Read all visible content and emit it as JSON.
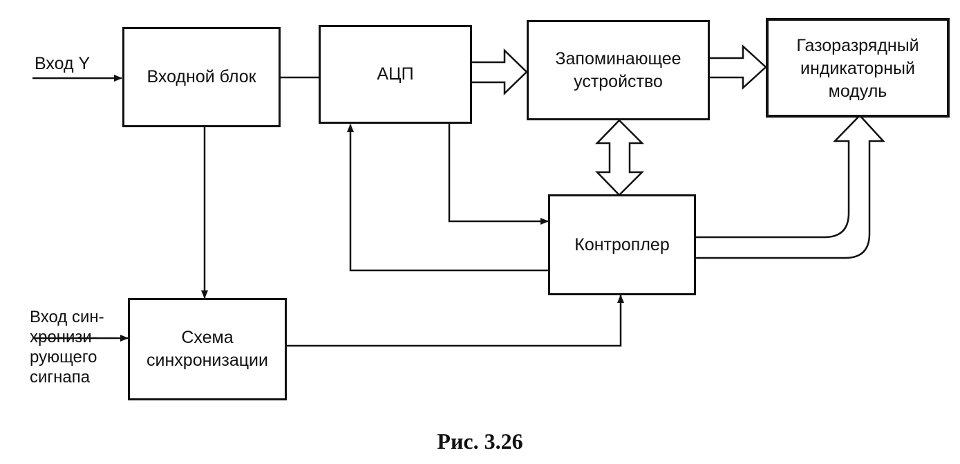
{
  "blocks": {
    "input_block": "Входной блок",
    "adc": "АЦП",
    "memory": [
      "Запоминающее",
      "устройство"
    ],
    "display": [
      "Газоразрядный",
      "индикаторный",
      "модуль"
    ],
    "controller": "Контроплер",
    "sync": [
      "Схема",
      "синхронизации"
    ]
  },
  "inputs": {
    "y_input": "Вход Y",
    "sync_input": [
      "Вход син-",
      "хронизи-",
      "рующего",
      "сигнапа"
    ]
  },
  "caption": "Рис. 3.26"
}
